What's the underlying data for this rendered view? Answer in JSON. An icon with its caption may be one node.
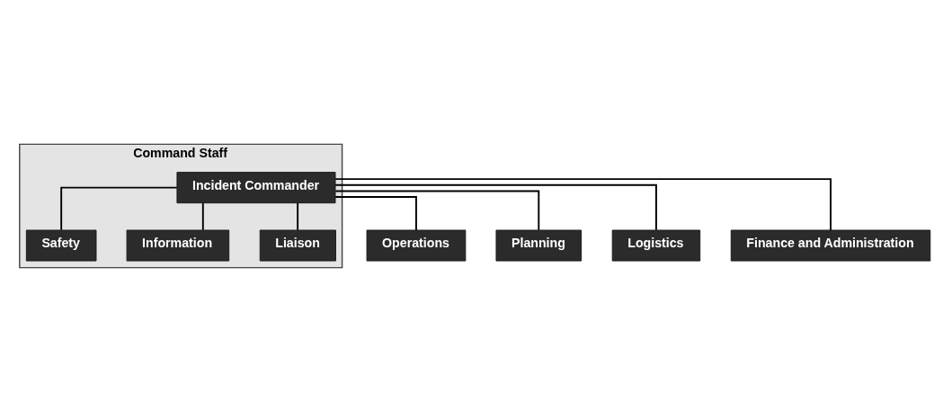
{
  "diagram": {
    "nodes": [
      {
        "text": [
          "Command Staff"
        ]
      },
      {
        "text": [
          "Incident Commander"
        ],
        "in": 0
      },
      {
        "text": [
          "Safety"
        ],
        "in": 0
      },
      {
        "text": [
          "Information"
        ],
        "in": 0
      },
      {
        "text": [
          "Liaison"
        ],
        "in": 0
      },
      {
        "text": [
          "Operations"
        ]
      },
      {
        "text": [
          "Planning"
        ]
      },
      {
        "text": [
          "Logistics"
        ]
      },
      {
        "text": [
          "Finance and Administration"
        ]
      }
    ],
    "edges": [
      {
        "from": 1,
        "to": 2,
        "arrow": "none"
      },
      {
        "from": 1,
        "to": 3,
        "arrow": "none"
      },
      {
        "from": 1,
        "to": 4,
        "arrow": "none"
      },
      {
        "from": 1,
        "to": 5,
        "arrow": "none"
      },
      {
        "from": 1,
        "to": 6,
        "arrow": "none"
      },
      {
        "from": 1,
        "to": 7,
        "arrow": "none"
      },
      {
        "from": 1,
        "to": 8,
        "arrow": "none"
      }
    ]
  }
}
